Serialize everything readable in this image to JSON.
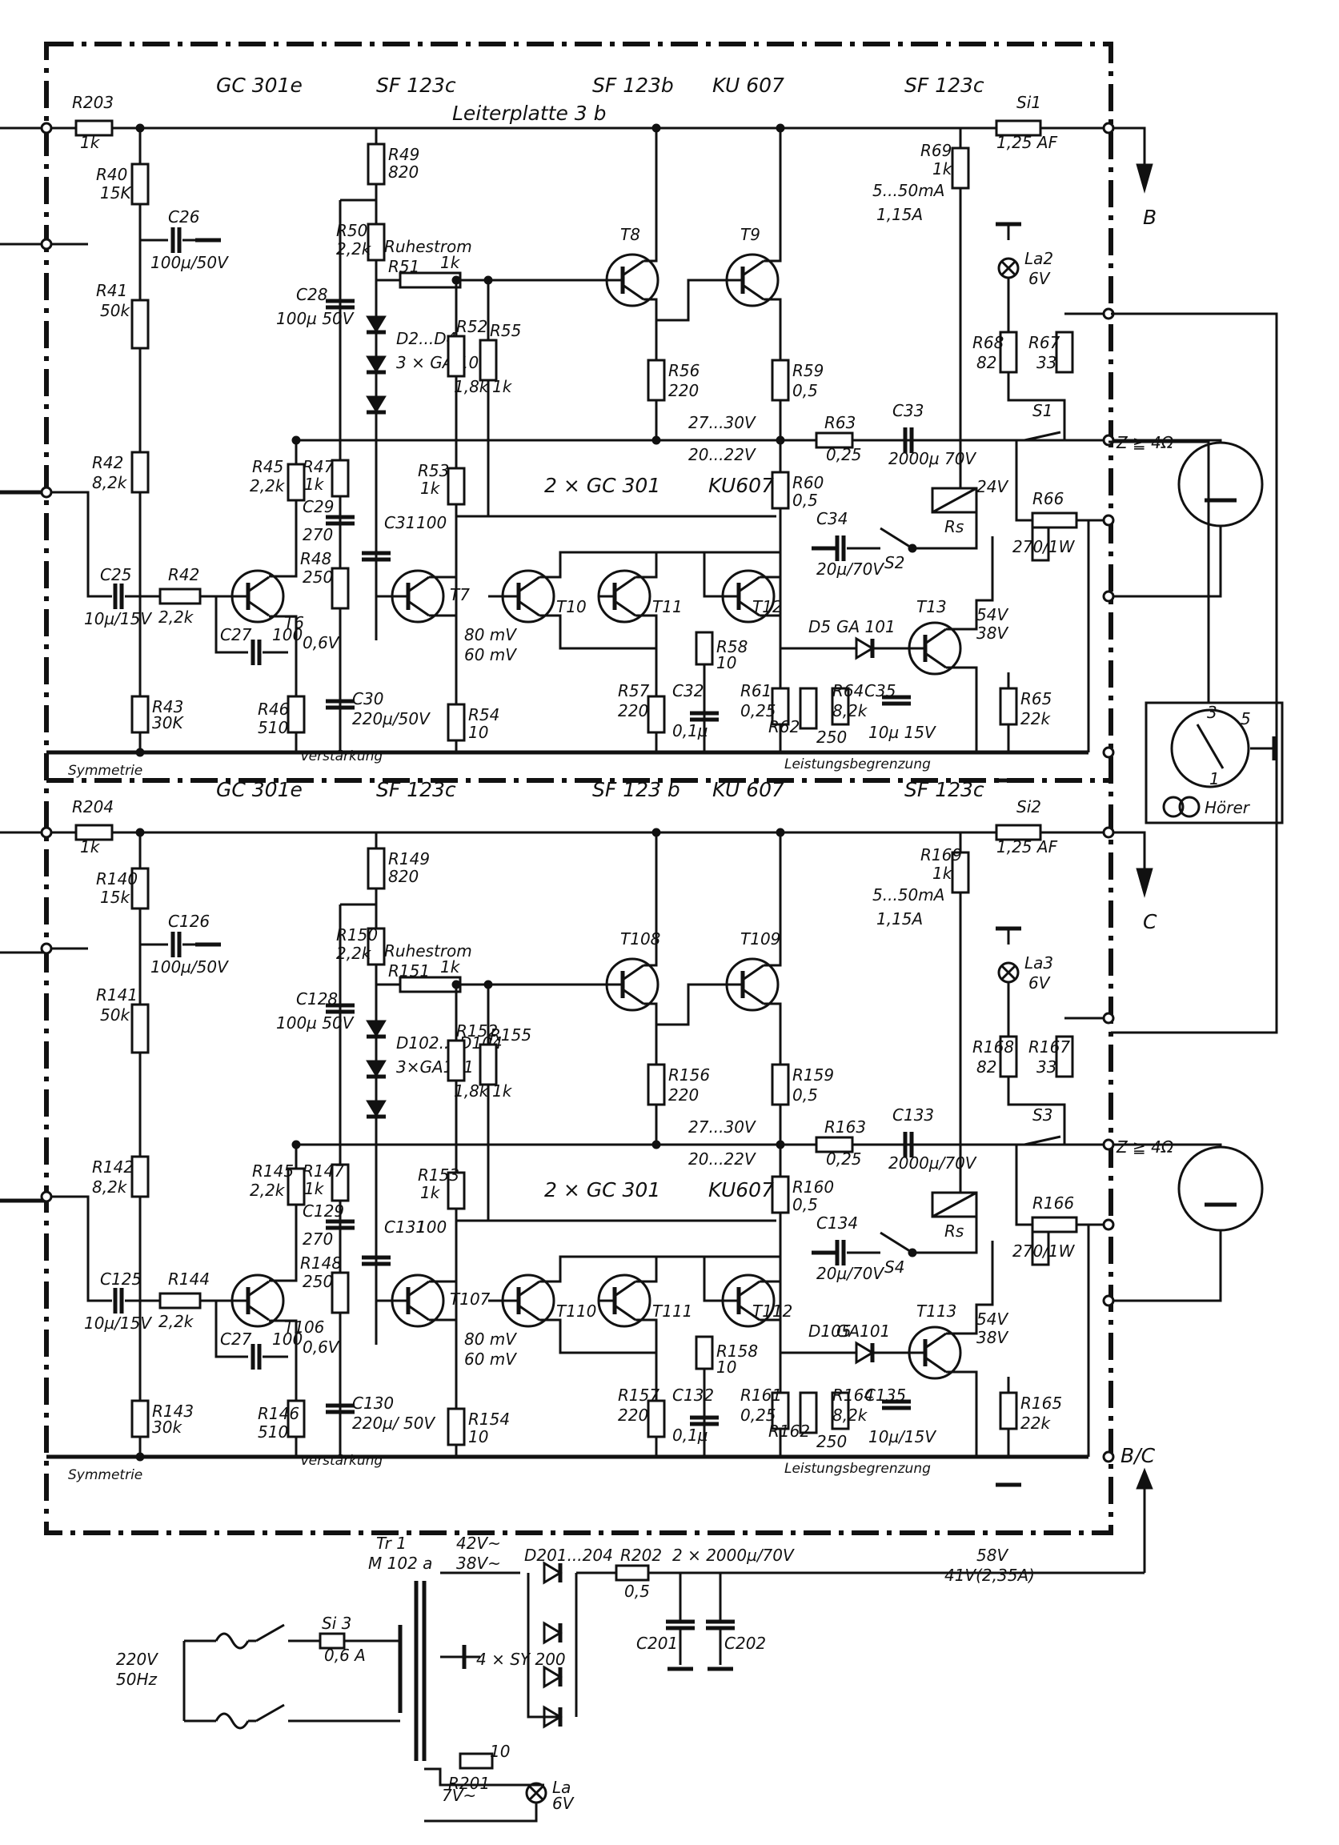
{
  "channels": [
    {
      "header_types": [
        "GC 301e",
        "SF 123c",
        "SF 123b",
        "KU 607",
        "SF 123c"
      ],
      "board": "Leiterplatte 3 b",
      "fuse": {
        "id": "Si1",
        "value": "1,25 AF"
      },
      "out_arrow": "B",
      "r_in": {
        "id": "R203",
        "value": "1k"
      },
      "r40": {
        "id": "R40",
        "value": "15K"
      },
      "c26": {
        "id": "C26",
        "value": "100µ/50V"
      },
      "r41": {
        "id": "R41",
        "value": "50k"
      },
      "r42": {
        "id": "R42",
        "value": "8,2k"
      },
      "r43": {
        "id": "R43",
        "value": "30K"
      },
      "c25": {
        "id": "C25",
        "value": "10µ/15V"
      },
      "r_in2": {
        "id": "R42",
        "value": "2,2k"
      },
      "c27": {
        "id": "C27",
        "value": "100"
      },
      "t_in": "T6",
      "v06": "0,6V",
      "r49": {
        "id": "R49",
        "value": "820"
      },
      "r50": {
        "id": "R50",
        "value": "2,2k"
      },
      "ruhestrom": "Ruhestrom",
      "r51": {
        "id": "R51",
        "value": "1k"
      },
      "c28": {
        "id": "C28",
        "value": "100µ 50V"
      },
      "diodes": {
        "id": "D2...D4",
        "value": "3 × GA 101"
      },
      "r52": {
        "id": "R52",
        "value": "1,8k"
      },
      "r55": {
        "id": "R55",
        "value": "1k"
      },
      "r45": {
        "id": "R45",
        "value": "2,2k"
      },
      "r47": {
        "id": "R47",
        "value": "1k"
      },
      "c29": {
        "id": "C29",
        "value": "270"
      },
      "r48": {
        "id": "R48",
        "value": "250"
      },
      "c31": {
        "id": "C31",
        "value": "100"
      },
      "r53": {
        "id": "R53",
        "value": "1k"
      },
      "t7": "T7",
      "t7_v": [
        "80 mV",
        "60 mV"
      ],
      "r46": {
        "id": "R46",
        "value": "510"
      },
      "c30": {
        "id": "C30",
        "value": "220µ/50V"
      },
      "r54": {
        "id": "R54",
        "value": "10"
      },
      "t8": "T8",
      "t9": "T9",
      "r56": {
        "id": "R56",
        "value": "220"
      },
      "r59": {
        "id": "R59",
        "value": "0,5"
      },
      "v_top": "27...30V",
      "v_bot": "20...22V",
      "r63": {
        "id": "R63",
        "value": "0,25"
      },
      "c33": {
        "id": "C33",
        "value": "2000µ 70V"
      },
      "pair": "2 × GC 301",
      "ku": "KU607",
      "r60": {
        "id": "R60",
        "value": "0,5"
      },
      "t10": "T10",
      "t11": "T11",
      "t12": "T12",
      "r58": {
        "id": "R58",
        "value": "10"
      },
      "r57": {
        "id": "R57",
        "value": "220"
      },
      "c32": {
        "id": "C32",
        "value": "0,1µ"
      },
      "r61": {
        "id": "R61",
        "value": "0,25"
      },
      "r62": {
        "id": "R62",
        "value": "250"
      },
      "r64": {
        "id": "R64",
        "value": "8,2k"
      },
      "c35": {
        "id": "C35",
        "value": "10µ 15V"
      },
      "d5": {
        "id": "D5",
        "value": "GA 101"
      },
      "t13": {
        "id": "T13",
        "value": "54V 38V"
      },
      "r65": {
        "id": "R65",
        "value": "22k"
      },
      "r69": {
        "id": "R69",
        "value": "1k"
      },
      "ma": [
        "5...50mA",
        "1,15A"
      ],
      "lamp": {
        "id": "La2",
        "value": "6V"
      },
      "r68": {
        "id": "R68",
        "value": "82"
      },
      "r67": {
        "id": "R67",
        "value": "33"
      },
      "sw": "S1",
      "c34": {
        "id": "C34",
        "value": "20µ/70V"
      },
      "s2": "S2",
      "relay": "Rs",
      "relay_v": "24V",
      "r66": {
        "id": "R66",
        "value": "270/1W"
      },
      "speaker": "Z ≧ 4Ω",
      "sym": "Symmetrie",
      "verst": "Verstärkung",
      "leist": "Leistungsbegrenzung"
    },
    {
      "header_types": [
        "GC 301e",
        "SF 123c",
        "SF 123 b",
        "KU 607",
        "SF 123c"
      ],
      "board": "",
      "fuse": {
        "id": "Si2",
        "value": "1,25 AF"
      },
      "out_arrow": "C",
      "r_in": {
        "id": "R204",
        "value": "1k"
      },
      "r40": {
        "id": "R140",
        "value": "15k"
      },
      "c26": {
        "id": "C126",
        "value": "100µ/50V"
      },
      "r41": {
        "id": "R141",
        "value": "50k"
      },
      "r42": {
        "id": "R142",
        "value": "8,2k"
      },
      "r43": {
        "id": "R143",
        "value": "30k"
      },
      "c25": {
        "id": "C125",
        "value": "10µ/15V"
      },
      "r_in2": {
        "id": "R144",
        "value": "2,2k"
      },
      "c27": {
        "id": "C27",
        "value": "100"
      },
      "t_in": "T106",
      "v06": "0,6V",
      "r49": {
        "id": "R149",
        "value": "820"
      },
      "r50": {
        "id": "R150",
        "value": "2,2k"
      },
      "ruhestrom": "Ruhestrom",
      "r51": {
        "id": "R151",
        "value": "1k"
      },
      "c28": {
        "id": "C128",
        "value": "100µ 50V"
      },
      "diodes": {
        "id": "D102... D104",
        "value": "3×GA101"
      },
      "r52": {
        "id": "R152",
        "value": "1,8k"
      },
      "r55": {
        "id": "R155",
        "value": "1k"
      },
      "r45": {
        "id": "R145",
        "value": "2,2k"
      },
      "r47": {
        "id": "R147",
        "value": "1k"
      },
      "c29": {
        "id": "C129",
        "value": "270"
      },
      "r48": {
        "id": "R148",
        "value": "250"
      },
      "c31": {
        "id": "C131",
        "value": "100"
      },
      "r53": {
        "id": "R153",
        "value": "1k"
      },
      "t7": "T107",
      "t7_v": [
        "80 mV",
        "60 mV"
      ],
      "r46": {
        "id": "R146",
        "value": "510"
      },
      "c30": {
        "id": "C130",
        "value": "220µ/ 50V"
      },
      "r54": {
        "id": "R154",
        "value": "10"
      },
      "t8": "T108",
      "t9": "T109",
      "r56": {
        "id": "R156",
        "value": "220"
      },
      "r59": {
        "id": "R159",
        "value": "0,5"
      },
      "v_top": "27...30V",
      "v_bot": "20...22V",
      "r63": {
        "id": "R163",
        "value": "0,25"
      },
      "c33": {
        "id": "C133",
        "value": "2000µ/70V"
      },
      "pair": "2 × GC 301",
      "ku": "KU607",
      "r60": {
        "id": "R160",
        "value": "0,5"
      },
      "t10": "T110",
      "t11": "T111",
      "t12": "T112",
      "r58": {
        "id": "R158",
        "value": "10"
      },
      "r57": {
        "id": "R157",
        "value": "220"
      },
      "c32": {
        "id": "C132",
        "value": "0,1µ"
      },
      "r61": {
        "id": "R161",
        "value": "0,25"
      },
      "r62": {
        "id": "R162",
        "value": "250"
      },
      "r64": {
        "id": "R164",
        "value": "8,2k"
      },
      "c35": {
        "id": "C135",
        "value": "10µ/15V"
      },
      "d5": {
        "id": "D105",
        "value": "GA101"
      },
      "t13": {
        "id": "T113",
        "value": "54V 38V"
      },
      "r65": {
        "id": "R165",
        "value": "22k"
      },
      "r69": {
        "id": "R169",
        "value": "1k"
      },
      "ma": [
        "5...50mA",
        "1,15A"
      ],
      "lamp": {
        "id": "La3",
        "value": "6V"
      },
      "r68": {
        "id": "R168",
        "value": "82"
      },
      "r67": {
        "id": "R167",
        "value": "33"
      },
      "sw": "S3",
      "c34": {
        "id": "C134",
        "value": "20µ/70V"
      },
      "s2": "S4",
      "relay": "Rs",
      "relay_v": "",
      "r66": {
        "id": "R166",
        "value": "270/1W"
      },
      "speaker": "Z ≧ 4Ω",
      "sym": "Symmetrie",
      "verst": "Verstärkung",
      "leist": "Leistungsbegrenzung"
    }
  ],
  "headphone": {
    "label": "Hörer",
    "pins": [
      "3",
      "5",
      "1"
    ]
  },
  "bc_label": "B/C",
  "supply": {
    "tr": "Tr 1",
    "tr_type": "M 102 a",
    "v_sec": [
      "42V~",
      "38V~"
    ],
    "diodes": "D201...204",
    "diode_type": "4 × SY 200",
    "r202": {
      "id": "R202",
      "value": "0,5"
    },
    "caps": "2 × 2000µ/70V",
    "c201": "C201",
    "c202": "C202",
    "v_out": [
      "58V",
      "41V(2,35A)"
    ],
    "fuse": {
      "id": "Si 3",
      "value": "0,6 A"
    },
    "mains": [
      "220V",
      "50Hz"
    ],
    "r201": {
      "id": "R201",
      "value": "10"
    },
    "v7": "7V~",
    "lamp": {
      "id": "La",
      "value": "6V"
    }
  }
}
